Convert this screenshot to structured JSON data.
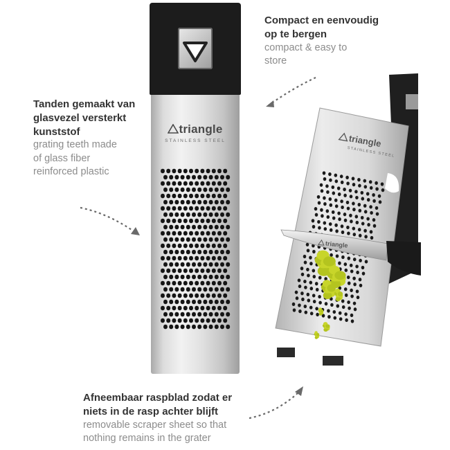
{
  "callouts": {
    "store": {
      "nl": [
        "Compact en eenvoudig",
        "op te bergen"
      ],
      "en": [
        "compact & easy to",
        "store"
      ]
    },
    "teeth": {
      "nl": [
        "Tanden gemaakt van",
        "glasvezel versterkt",
        "kunststof"
      ],
      "en": [
        "grating teeth made",
        "of glass fiber",
        "reinforced plastic"
      ]
    },
    "blade": {
      "nl": [
        "Afneembaar raspblad zodat er",
        "niets  in de rasp achter blijft"
      ],
      "en": [
        "removable scraper sheet so that",
        "nothing remains in the grater"
      ]
    }
  },
  "product": {
    "brand": "triangle",
    "brand_sub": "STAINLESS STEEL",
    "knife_brand": "triangle",
    "colors": {
      "cap": "#1c1c1c",
      "steel": "#d6d6d6",
      "zest": "#c8d52a",
      "knife_handle": "#1a1a1a"
    }
  },
  "icons": {
    "logo": "triangle-logo-icon",
    "arrow": "dotted-arrow-icon"
  }
}
